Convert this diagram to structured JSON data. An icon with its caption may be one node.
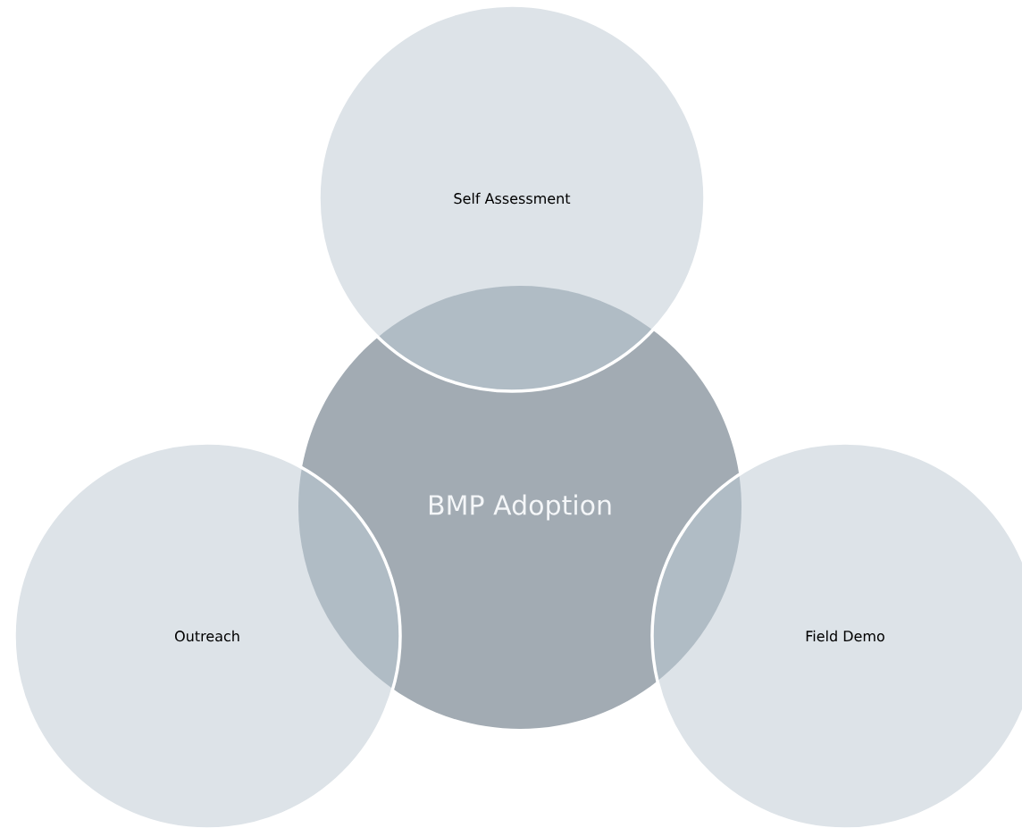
{
  "diagram": {
    "nodes": [
      {
        "text": [
          "Self Assessment"
        ]
      },
      {
        "text": [
          "BMP Adoption"
        ]
      },
      {
        "text": [
          "Outreach"
        ]
      },
      {
        "text": [
          "Field Demo"
        ]
      }
    ]
  }
}
